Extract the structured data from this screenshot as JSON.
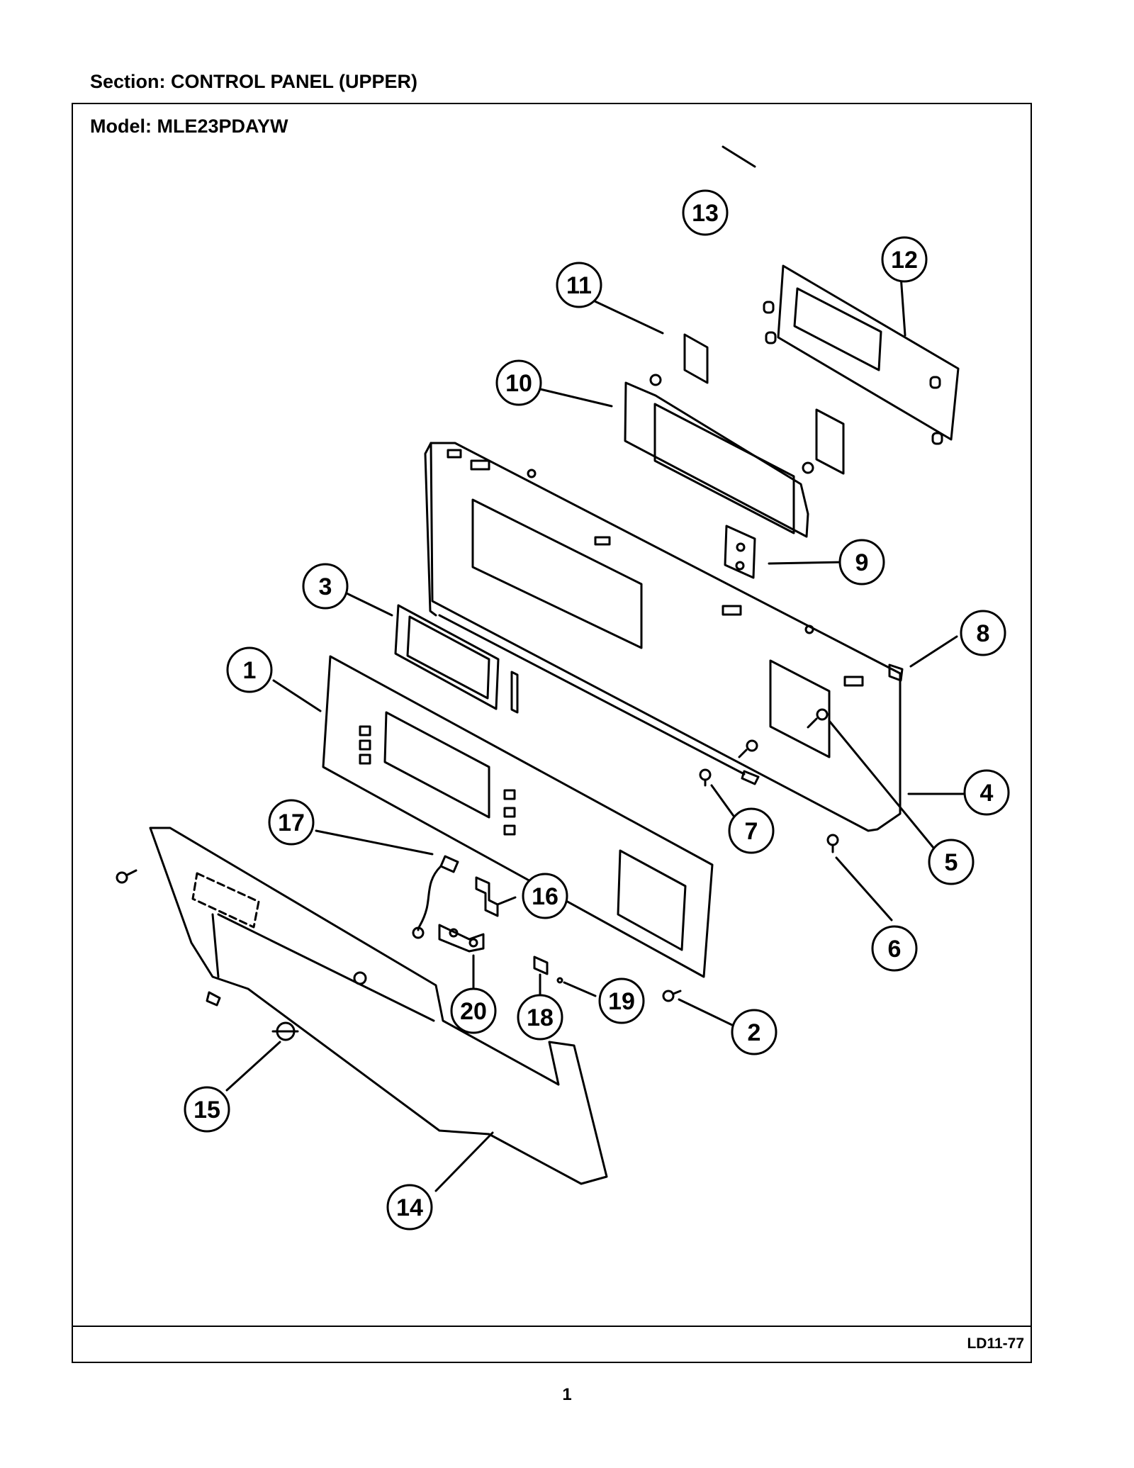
{
  "section": {
    "label": "Section:  CONTROL PANEL (UPPER)"
  },
  "model": {
    "label": "Model:  MLE23PDAYW"
  },
  "ref_code": "LD11-77",
  "page_number": "1",
  "callouts": [
    "1",
    "2",
    "3",
    "4",
    "5",
    "6",
    "7",
    "8",
    "9",
    "10",
    "11",
    "12",
    "13",
    "14",
    "15",
    "16",
    "17",
    "18",
    "19",
    "20"
  ]
}
